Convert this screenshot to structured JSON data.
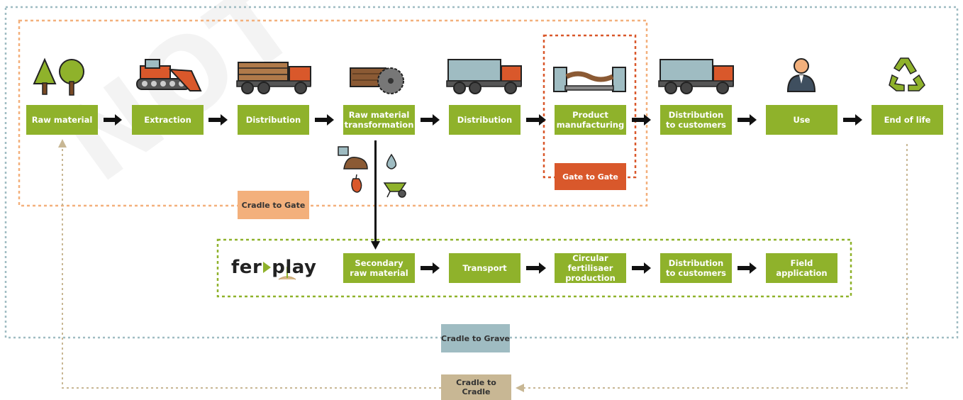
{
  "watermark": "NOT YET APPROVED",
  "main_flow": [
    {
      "label": "Raw material"
    },
    {
      "label": "Extraction"
    },
    {
      "label": "Distribution"
    },
    {
      "label": "Raw material transformation"
    },
    {
      "label": "Distribution"
    },
    {
      "label": "Product manufacturing"
    },
    {
      "label": "Distribution to customers"
    },
    {
      "label": "Use"
    },
    {
      "label": "End of life"
    }
  ],
  "secondary_flow": [
    {
      "label": "Secondary raw material"
    },
    {
      "label": "Transport"
    },
    {
      "label": "Circular fertilisaer production"
    },
    {
      "label": "Distribution to customers"
    },
    {
      "label": "Field application"
    }
  ],
  "logo": {
    "part1": "fer",
    "part2": "play"
  },
  "boundaries": {
    "gate_to_gate": "Gate to Gate",
    "cradle_to_gate": "Cradle to Gate",
    "cradle_to_grave": "Cradle to Grave",
    "cradle_to_cradle": "Cradle to Cradle"
  },
  "colors": {
    "box_green": "#8fb22b",
    "gate_to_gate": "#d9582b",
    "cradle_to_gate": "#f3b07c",
    "cradle_to_grave": "#9fbcc2",
    "cradle_to_cradle": "#c8b794"
  }
}
